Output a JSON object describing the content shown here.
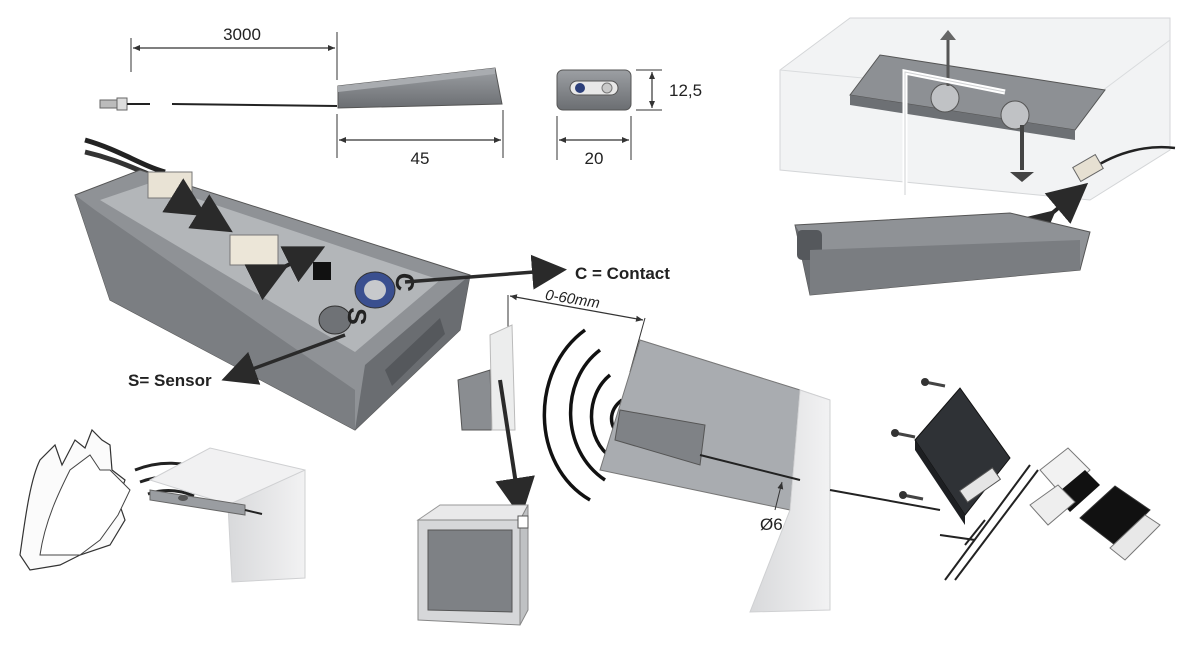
{
  "dimensions": {
    "cable_length": "3000",
    "sensor_length": "45",
    "sensor_height": "12,5",
    "sensor_width": "20",
    "detection_range": "0-60mm",
    "hole_diameter": "Ø6"
  },
  "labels": {
    "contact": "C = Contact",
    "sensor": "S= Sensor",
    "plug_c": "C",
    "plug_s": "S"
  },
  "colors": {
    "housing_dark": "#6f7276",
    "housing_mid": "#8d9094",
    "housing_light": "#b4b7ba",
    "panel_light": "#e6e7e8",
    "arrow": "#2a2a2a"
  }
}
